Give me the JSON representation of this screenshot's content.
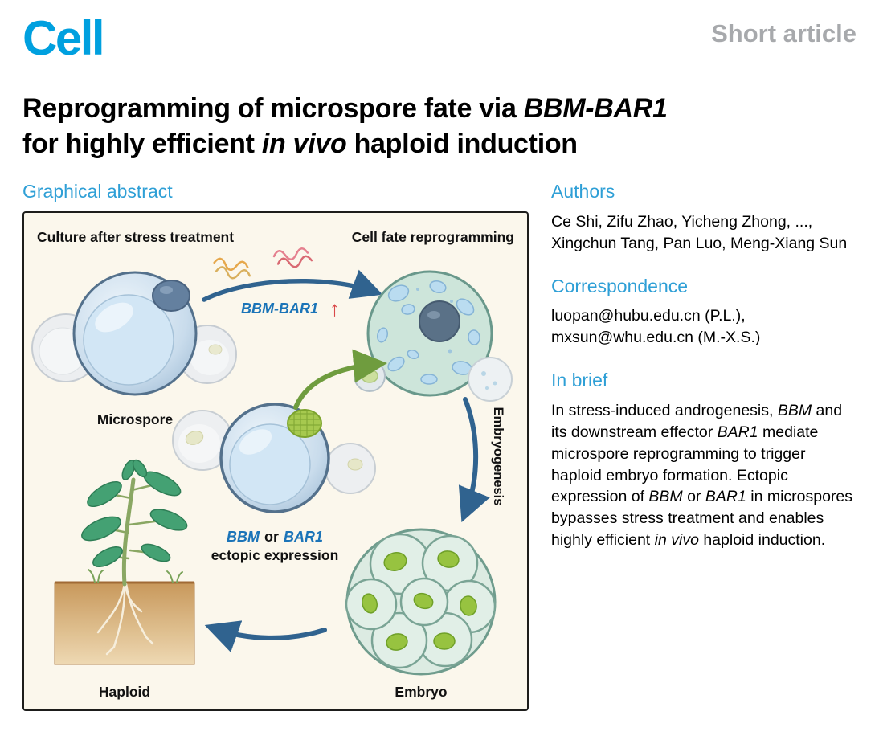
{
  "meta": {
    "journal": "Cell",
    "article_type": "Short article"
  },
  "title": {
    "part1": "Reprogramming of microspore fate via ",
    "italic1": "BBM-BAR1",
    "part2": "for highly efficient ",
    "italic2": "in vivo",
    "part3": " haploid induction"
  },
  "graphical_abstract": {
    "heading": "Graphical abstract",
    "labels": {
      "culture": "Culture after stress treatment",
      "reprogramming": "Cell fate reprogramming",
      "microspore": "Microspore",
      "bbm_bar1": "BBM-BAR1",
      "up_arrow_icon": "↑",
      "embryogenesis": "Embryogenesis",
      "bbm": "BBM",
      "or": "or",
      "bar1": "BAR1",
      "ectopic": "ectopic expression",
      "haploid": "Haploid",
      "embryo": "Embryo"
    }
  },
  "authors": {
    "heading": "Authors",
    "line1": "Ce Shi, Zifu Zhao, Yicheng Zhong, ...,",
    "line2": "Xingchun Tang, Pan Luo, Meng-Xiang Sun"
  },
  "correspondence": {
    "heading": "Correspondence",
    "line1": "luopan@hubu.edu.cn (P.L.),",
    "line2": "mxsun@whu.edu.cn (M.-X.S.)"
  },
  "in_brief": {
    "heading": "In brief",
    "part1": "In stress-induced androgenesis, ",
    "italic1": "BBM",
    "part2": " and its downstream effector ",
    "italic2": "BAR1",
    "part3": " mediate microspore reprogramming to trigger haploid embryo formation. Ectopic expression of ",
    "italic3": "BBM",
    "part4": " or ",
    "italic4": "BAR1",
    "part5": " in microspores bypasses stress treatment and enables highly efficient ",
    "italic5": "in vivo",
    "part6": " haploid induction."
  },
  "colors": {
    "logo_blue": "#00a0df",
    "heading_blue": "#2e9fd6",
    "article_type_gray": "#a7a9ac",
    "figure_background": "#fbf7ec",
    "figure_gene_blue": "#1b74b8",
    "arrow_blue": "#30638f",
    "arrow_green": "#6f9c3e",
    "arrow_red": "#d94848",
    "embryo_nucleus_green": "#97c340",
    "soil_tan": "#cd9a5f"
  }
}
